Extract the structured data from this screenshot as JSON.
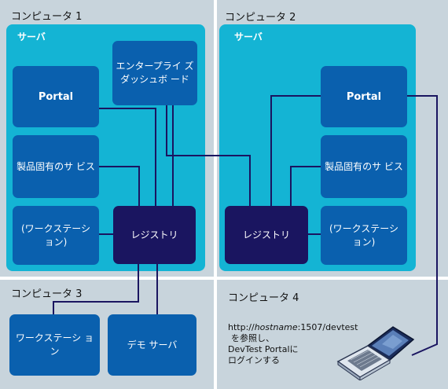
{
  "computers": {
    "c1": {
      "title": "コンピュータ 1",
      "server_title": "サーバ"
    },
    "c2": {
      "title": "コンピュータ 2",
      "server_title": "サーバ"
    },
    "c3": {
      "title": "コンピュータ 3"
    },
    "c4": {
      "title": "コンピュータ 4"
    }
  },
  "boxes": {
    "c1_portal": "Portal",
    "c1_product_service": "製品固有のサ ビス",
    "c1_workstation": "(ワークステーシ ョン)",
    "c1_dashboard": "エンタープライ ズ ダッシュボ ード",
    "c1_registry": "レジストリ",
    "c2_portal": "Portal",
    "c2_product_service": "製品固有のサ ビス",
    "c2_workstation": "(ワークステーシ ョン)",
    "c2_registry": "レジストリ",
    "c3_workstation": "ワークステーシ ョン",
    "c3_demo_server": "デモ サーバ"
  },
  "browse_note": {
    "url_prefix": "http://",
    "url_host": "hostname",
    "url_suffix": ":1507/devtest",
    "line2": "を参照し、",
    "line3": "DevTest Portalに",
    "line4": "ログインする"
  },
  "colors": {
    "panel": "#c8d4dc",
    "server": "#14b4d4",
    "box": "#0a60ae",
    "registry": "#1a1560",
    "connector": "#1a1560"
  },
  "icons": [
    "laptop-icon"
  ]
}
